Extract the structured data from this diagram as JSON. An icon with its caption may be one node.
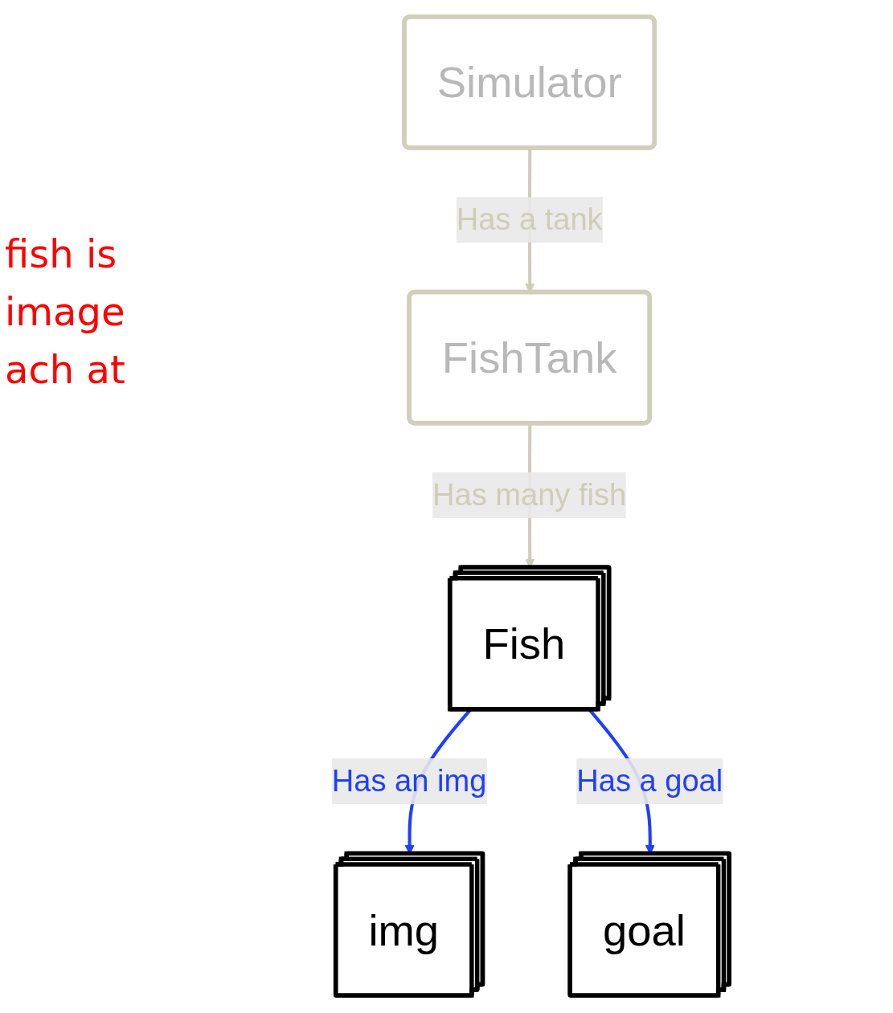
{
  "diagram": {
    "nodes": [
      {
        "text": [
          "Simulator"
        ]
      },
      {
        "text": [
          "FishTank"
        ]
      },
      {
        "text": [
          "Fish"
        ]
      },
      {
        "text": [
          "img"
        ]
      },
      {
        "text": [
          "goal"
        ]
      }
    ],
    "edges": [
      {
        "from": 0,
        "to": 1,
        "arrow": "to",
        "label": "Has a tank",
        "color": "#cfcdb8"
      },
      {
        "from": 1,
        "to": 2,
        "arrow": "to",
        "label": "Has many fish",
        "color": "#cfcdb8"
      },
      {
        "from": 2,
        "to": 3,
        "arrow": "to",
        "label": "Has an img",
        "color": "#1f3fff"
      },
      {
        "from": 2,
        "to": 4,
        "arrow": "to",
        "label": "Has a goal",
        "color": "#1f3fff"
      }
    ],
    "labels": [
      "fish is image ach at"
    ]
  }
}
